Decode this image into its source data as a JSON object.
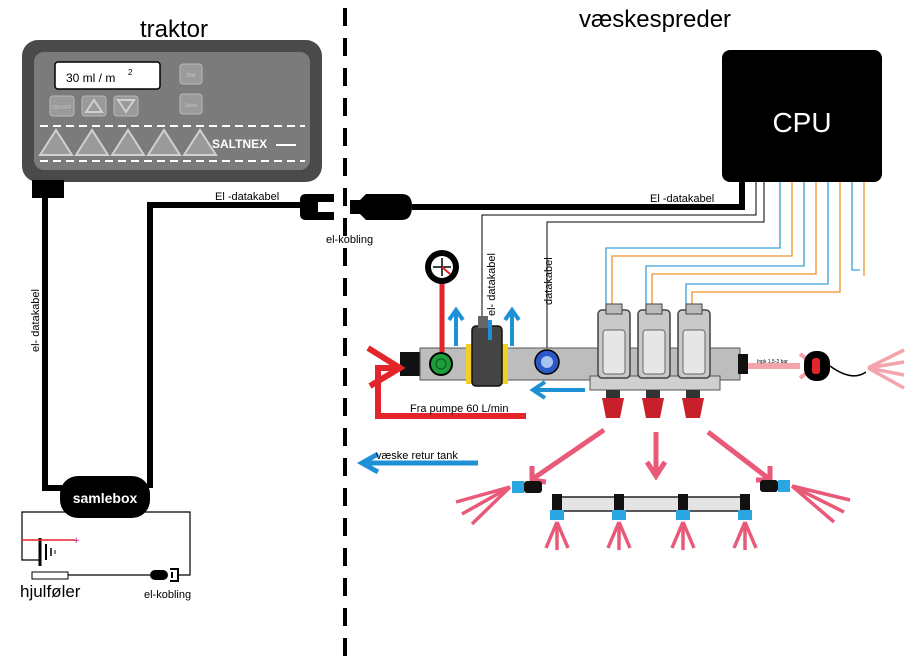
{
  "sections": {
    "left_title": "traktor",
    "right_title": "væskespreder"
  },
  "controller": {
    "display_value": "30 ml / m",
    "display_superscript": "2",
    "btn_onoff": "ON-OFF",
    "btn_top_right": "Dist",
    "btn_mid_right": "Seed",
    "brand": "SALTNEX"
  },
  "cpu_label": "CPU",
  "labels": {
    "el_datakabel_top": "El -datakabel",
    "el_kobling_center": "el-kobling",
    "el_datakabel_right": "El -datakabel",
    "el_datakabel_vertical_left": "el- datakabel",
    "el_datakabel_vertical_mid": "el- datakabel",
    "datakabel_vertical": "datakabel",
    "fra_pumpe": "Fra pumpe 60 L/min",
    "vaeske_retur": "væske retur tank",
    "inlet_pressure": "Inpk 1,5-2 bar",
    "samlebox": "samlebox",
    "hjulfoler": "hjulføler",
    "el_kobling_bottom": "el-kobling"
  },
  "colors": {
    "red": "#e3242b",
    "blue": "#1e90d6",
    "pink": "#e85a78",
    "nozzle_blue": "#2aa7e0",
    "orange_wire": "#f0902a",
    "blue_wire": "#3aa0d8",
    "panel_grey": "#7b7b7b"
  }
}
